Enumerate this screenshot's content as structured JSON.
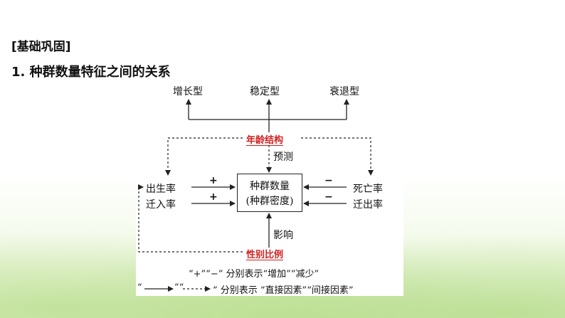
{
  "header": {
    "section_tag": "[基础巩固]",
    "title": "1. 种群数量特征之间的关系"
  },
  "diagram": {
    "age_types": [
      "增长型",
      "稳定型",
      "衰退型"
    ],
    "age_structure": "年龄结构",
    "predict": "预测",
    "birth_rate": "出生率",
    "immigration_rate": "迁入率",
    "death_rate": "死亡率",
    "emigration_rate": "迁出率",
    "center_line1": "种群数量",
    "center_line2": "(种群密度)",
    "influence": "影响",
    "sex_ratio": "性别比例",
    "plus": "+",
    "minus": "−",
    "legend_line1": "“+”“−” 分别表示“增加”“减少”",
    "legend_line2_prefix": "“",
    "legend_line2_mid": "”“",
    "legend_line2_suffix": "” 分别表示 “直接因素”“间接因素”"
  },
  "colors": {
    "accent_red": "#d21f1f",
    "line": "#222222"
  }
}
